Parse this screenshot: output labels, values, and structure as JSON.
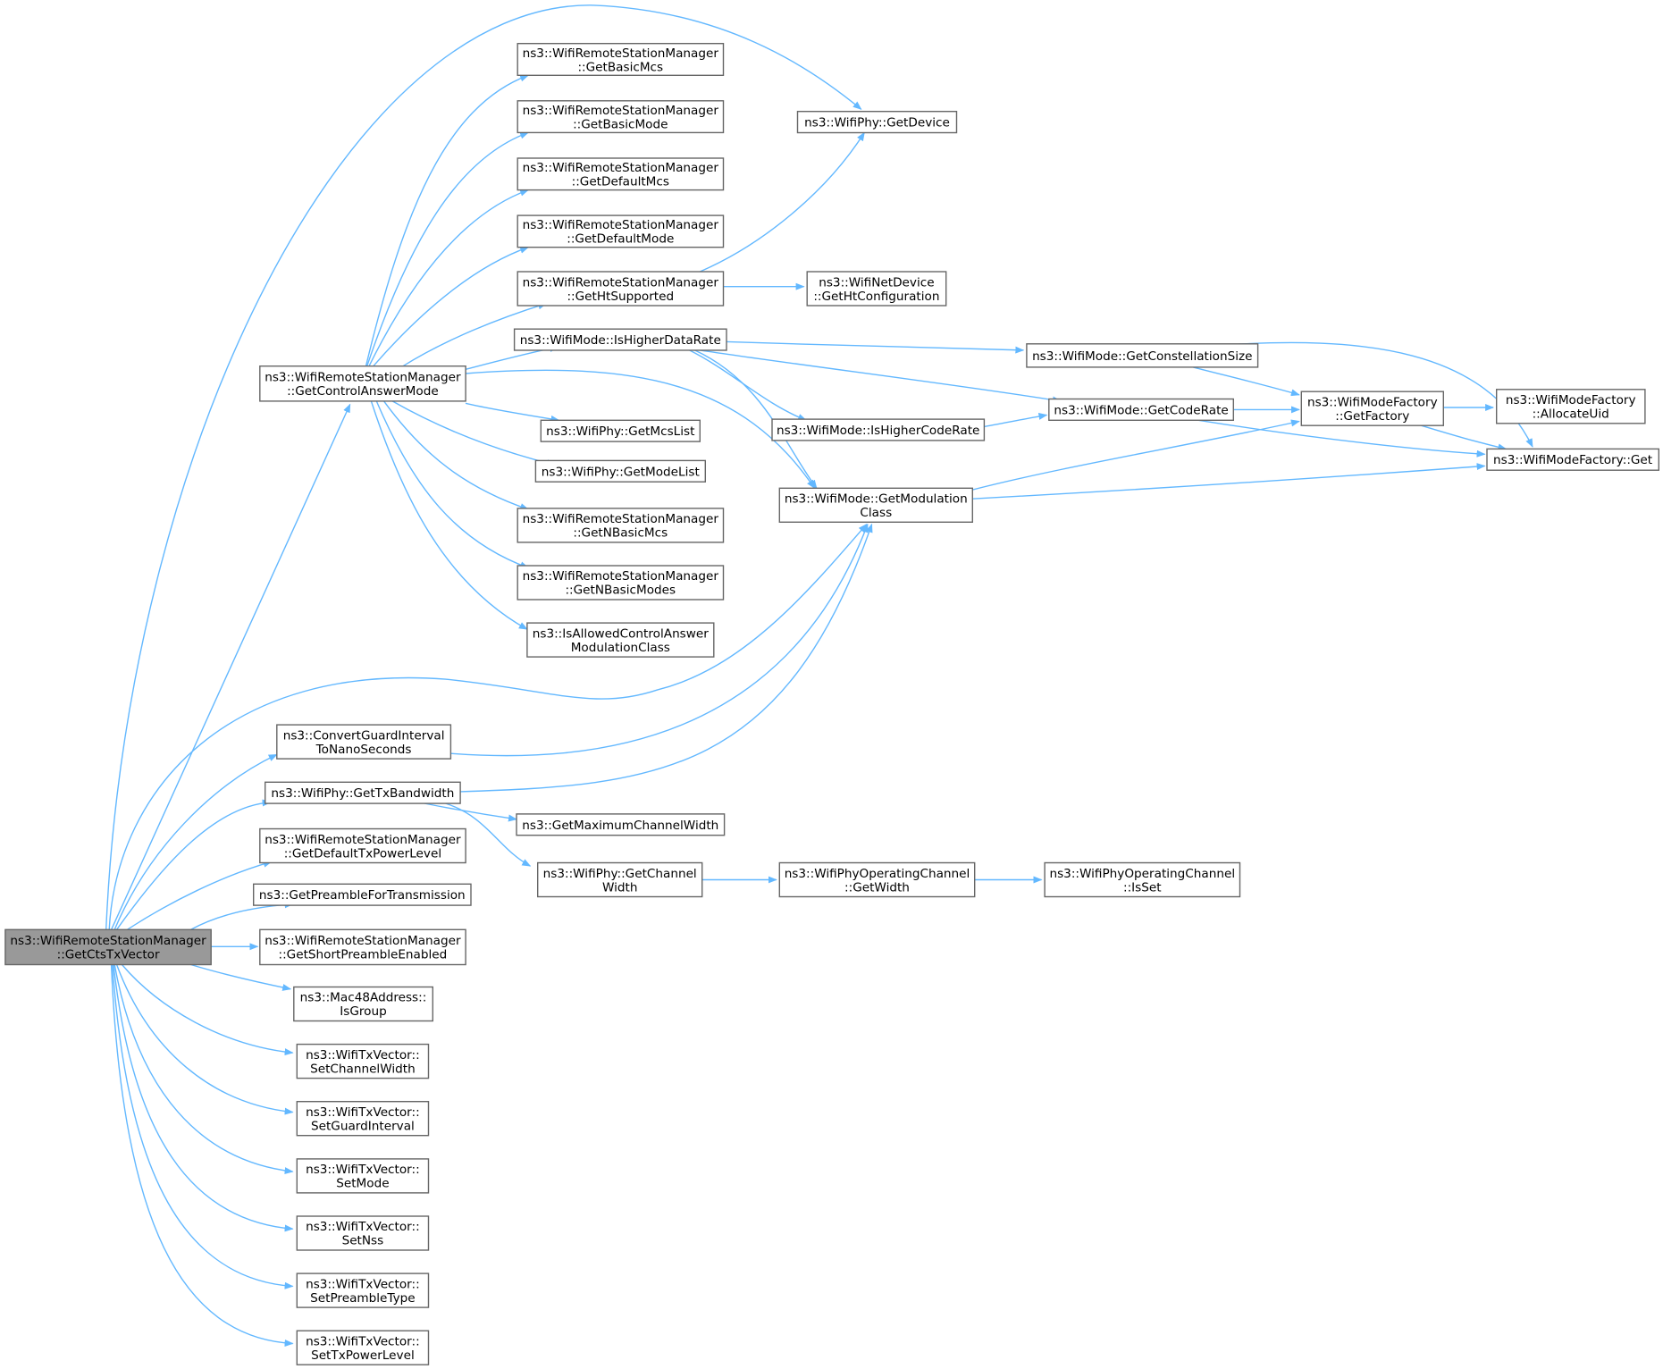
{
  "graph": {
    "edge_color": "#63b8ff",
    "root_fill": "#999999",
    "nodes": [
      {
        "id": "root",
        "lines": [
          "ns3::WifiRemoteStationManager",
          "::GetCtsTxVector"
        ],
        "root": true
      },
      {
        "id": "getControlAnswerMode",
        "lines": [
          "ns3::WifiRemoteStationManager",
          "::GetControlAnswerMode"
        ]
      },
      {
        "id": "getBasicMcs",
        "lines": [
          "ns3::WifiRemoteStationManager",
          "::GetBasicMcs"
        ]
      },
      {
        "id": "getBasicMode",
        "lines": [
          "ns3::WifiRemoteStationManager",
          "::GetBasicMode"
        ]
      },
      {
        "id": "getDefaultMcs",
        "lines": [
          "ns3::WifiRemoteStationManager",
          "::GetDefaultMcs"
        ]
      },
      {
        "id": "getDefaultMode",
        "lines": [
          "ns3::WifiRemoteStationManager",
          "::GetDefaultMode"
        ]
      },
      {
        "id": "getHtSupported",
        "lines": [
          "ns3::WifiRemoteStationManager",
          "::GetHtSupported"
        ]
      },
      {
        "id": "isHigherDataRate",
        "lines": [
          "ns3::WifiMode::IsHigherDataRate"
        ]
      },
      {
        "id": "getMcsList",
        "lines": [
          "ns3::WifiPhy::GetMcsList"
        ]
      },
      {
        "id": "getModeList",
        "lines": [
          "ns3::WifiPhy::GetModeList"
        ]
      },
      {
        "id": "getNBasicMcs",
        "lines": [
          "ns3::WifiRemoteStationManager",
          "::GetNBasicMcs"
        ]
      },
      {
        "id": "getNBasicModes",
        "lines": [
          "ns3::WifiRemoteStationManager",
          "::GetNBasicModes"
        ]
      },
      {
        "id": "isAllowedControlAnswer",
        "lines": [
          "ns3::IsAllowedControlAnswer",
          "ModulationClass"
        ]
      },
      {
        "id": "getDevice",
        "lines": [
          "ns3::WifiPhy::GetDevice"
        ]
      },
      {
        "id": "getHtConfiguration",
        "lines": [
          "ns3::WifiNetDevice",
          "::GetHtConfiguration"
        ]
      },
      {
        "id": "getConstellationSize",
        "lines": [
          "ns3::WifiMode::GetConstellationSize"
        ]
      },
      {
        "id": "getCodeRate",
        "lines": [
          "ns3::WifiMode::GetCodeRate"
        ]
      },
      {
        "id": "isHigherCodeRate",
        "lines": [
          "ns3::WifiMode::IsHigherCodeRate"
        ]
      },
      {
        "id": "getModulationClass",
        "lines": [
          "ns3::WifiMode::GetModulation",
          "Class"
        ]
      },
      {
        "id": "getFactory",
        "lines": [
          "ns3::WifiModeFactory",
          "::GetFactory"
        ]
      },
      {
        "id": "allocateUid",
        "lines": [
          "ns3::WifiModeFactory",
          "::AllocateUid"
        ]
      },
      {
        "id": "factoryGet",
        "lines": [
          "ns3::WifiModeFactory::Get"
        ]
      },
      {
        "id": "convertGuardInterval",
        "lines": [
          "ns3::ConvertGuardInterval",
          "ToNanoSeconds"
        ]
      },
      {
        "id": "getTxBandwidth",
        "lines": [
          "ns3::WifiPhy::GetTxBandwidth"
        ]
      },
      {
        "id": "getMaximumChannelWidth",
        "lines": [
          "ns3::GetMaximumChannelWidth"
        ]
      },
      {
        "id": "getChannelWidth",
        "lines": [
          "ns3::WifiPhy::GetChannel",
          "Width"
        ]
      },
      {
        "id": "opGetWidth",
        "lines": [
          "ns3::WifiPhyOperatingChannel",
          "::GetWidth"
        ]
      },
      {
        "id": "opIsSet",
        "lines": [
          "ns3::WifiPhyOperatingChannel",
          "::IsSet"
        ]
      },
      {
        "id": "getDefaultTxPowerLevel",
        "lines": [
          "ns3::WifiRemoteStationManager",
          "::GetDefaultTxPowerLevel"
        ]
      },
      {
        "id": "getPreambleForTransmission",
        "lines": [
          "ns3::GetPreambleForTransmission"
        ]
      },
      {
        "id": "getShortPreambleEnabled",
        "lines": [
          "ns3::WifiRemoteStationManager",
          "::GetShortPreambleEnabled"
        ]
      },
      {
        "id": "isGroup",
        "lines": [
          "ns3::Mac48Address::",
          "IsGroup"
        ]
      },
      {
        "id": "setChannelWidth",
        "lines": [
          "ns3::WifiTxVector::",
          "SetChannelWidth"
        ]
      },
      {
        "id": "setGuardInterval",
        "lines": [
          "ns3::WifiTxVector::",
          "SetGuardInterval"
        ]
      },
      {
        "id": "setMode",
        "lines": [
          "ns3::WifiTxVector::",
          "SetMode"
        ]
      },
      {
        "id": "setNss",
        "lines": [
          "ns3::WifiTxVector::",
          "SetNss"
        ]
      },
      {
        "id": "setPreambleType",
        "lines": [
          "ns3::WifiTxVector::",
          "SetPreambleType"
        ]
      },
      {
        "id": "setTxPowerLevel",
        "lines": [
          "ns3::WifiTxVector::",
          "SetTxPowerLevel"
        ]
      }
    ],
    "edges": [
      [
        "root",
        "getControlAnswerMode"
      ],
      [
        "root",
        "getDevice"
      ],
      [
        "root",
        "getModulationClass"
      ],
      [
        "root",
        "convertGuardInterval"
      ],
      [
        "root",
        "getTxBandwidth"
      ],
      [
        "root",
        "getDefaultTxPowerLevel"
      ],
      [
        "root",
        "getPreambleForTransmission"
      ],
      [
        "root",
        "getShortPreambleEnabled"
      ],
      [
        "root",
        "isGroup"
      ],
      [
        "root",
        "setChannelWidth"
      ],
      [
        "root",
        "setGuardInterval"
      ],
      [
        "root",
        "setMode"
      ],
      [
        "root",
        "setNss"
      ],
      [
        "root",
        "setPreambleType"
      ],
      [
        "root",
        "setTxPowerLevel"
      ],
      [
        "getControlAnswerMode",
        "getBasicMcs"
      ],
      [
        "getControlAnswerMode",
        "getBasicMode"
      ],
      [
        "getControlAnswerMode",
        "getDefaultMcs"
      ],
      [
        "getControlAnswerMode",
        "getDefaultMode"
      ],
      [
        "getControlAnswerMode",
        "getHtSupported"
      ],
      [
        "getControlAnswerMode",
        "isHigherDataRate"
      ],
      [
        "getControlAnswerMode",
        "getModulationClass"
      ],
      [
        "getControlAnswerMode",
        "getMcsList"
      ],
      [
        "getControlAnswerMode",
        "getModeList"
      ],
      [
        "getControlAnswerMode",
        "getNBasicMcs"
      ],
      [
        "getControlAnswerMode",
        "getNBasicModes"
      ],
      [
        "getControlAnswerMode",
        "isAllowedControlAnswer"
      ],
      [
        "getHtSupported",
        "getDevice"
      ],
      [
        "getHtSupported",
        "getHtConfiguration"
      ],
      [
        "isHigherDataRate",
        "getConstellationSize"
      ],
      [
        "isHigherDataRate",
        "getCodeRate"
      ],
      [
        "isHigherDataRate",
        "isHigherCodeRate"
      ],
      [
        "isHigherDataRate",
        "getModulationClass"
      ],
      [
        "isHigherCodeRate",
        "getCodeRate"
      ],
      [
        "getConstellationSize",
        "getFactory"
      ],
      [
        "getConstellationSize",
        "factoryGet"
      ],
      [
        "getCodeRate",
        "getFactory"
      ],
      [
        "getCodeRate",
        "factoryGet"
      ],
      [
        "getModulationClass",
        "getFactory"
      ],
      [
        "getModulationClass",
        "factoryGet"
      ],
      [
        "getFactory",
        "allocateUid"
      ],
      [
        "getFactory",
        "factoryGet"
      ],
      [
        "convertGuardInterval",
        "getModulationClass"
      ],
      [
        "getTxBandwidth",
        "getModulationClass"
      ],
      [
        "getTxBandwidth",
        "getMaximumChannelWidth"
      ],
      [
        "getTxBandwidth",
        "getChannelWidth"
      ],
      [
        "getChannelWidth",
        "opGetWidth"
      ],
      [
        "opGetWidth",
        "opIsSet"
      ]
    ]
  }
}
